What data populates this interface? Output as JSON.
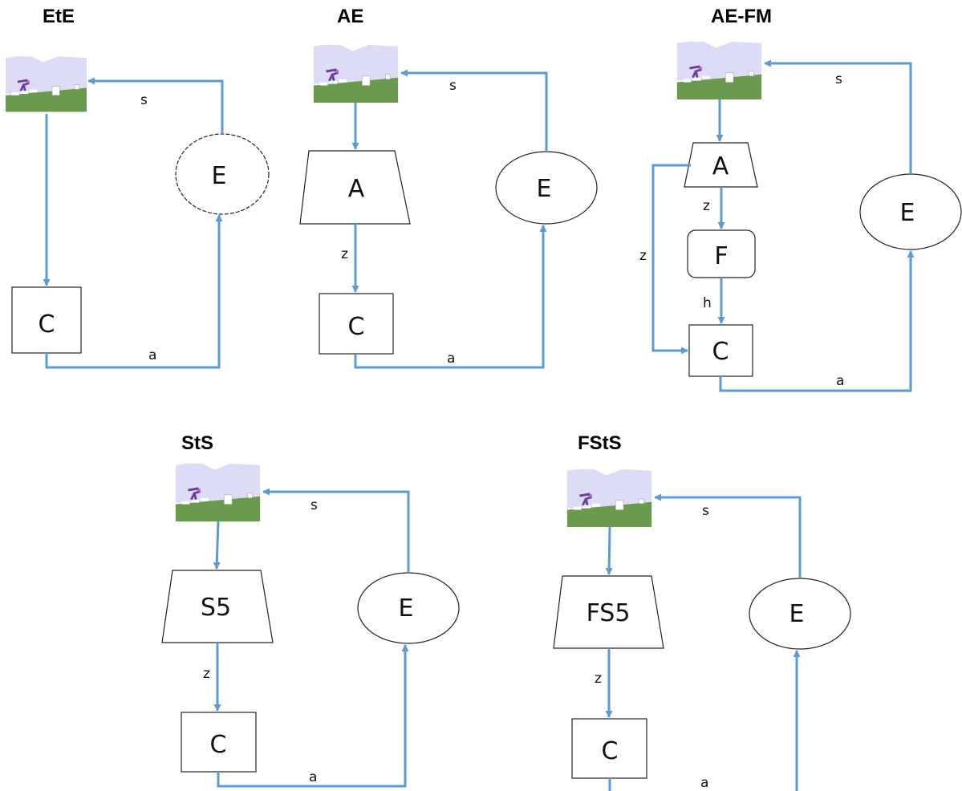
{
  "accent_color": "#5b9bd5",
  "panels": [
    {
      "title": "EtE",
      "image_icon": "environment-frame-icon",
      "nodes": {
        "controller": "C",
        "environment": "E"
      },
      "edges": {
        "state": "s",
        "action": "a"
      }
    },
    {
      "title": "AE",
      "image_icon": "environment-frame-icon",
      "nodes": {
        "encoder": "A",
        "controller": "C",
        "environment": "E"
      },
      "edges": {
        "state": "s",
        "latent": "z",
        "action": "a"
      }
    },
    {
      "title": "AE-FM",
      "image_icon": "environment-frame-icon",
      "nodes": {
        "encoder": "A",
        "forward_model": "F",
        "controller": "C",
        "environment": "E"
      },
      "edges": {
        "state": "s",
        "latent_to_f": "z",
        "latent_to_c": "z",
        "hidden": "h",
        "action": "a"
      }
    },
    {
      "title": "StS",
      "image_icon": "environment-frame-icon",
      "nodes": {
        "encoder": "S5",
        "controller": "C",
        "environment": "E"
      },
      "edges": {
        "state": "s",
        "latent": "z",
        "action": "a"
      }
    },
    {
      "title": "FStS",
      "image_icon": "environment-frame-icon",
      "nodes": {
        "encoder": "FS5",
        "controller": "C",
        "environment": "E"
      },
      "edges": {
        "state": "s",
        "latent": "z",
        "action": "a"
      }
    }
  ]
}
